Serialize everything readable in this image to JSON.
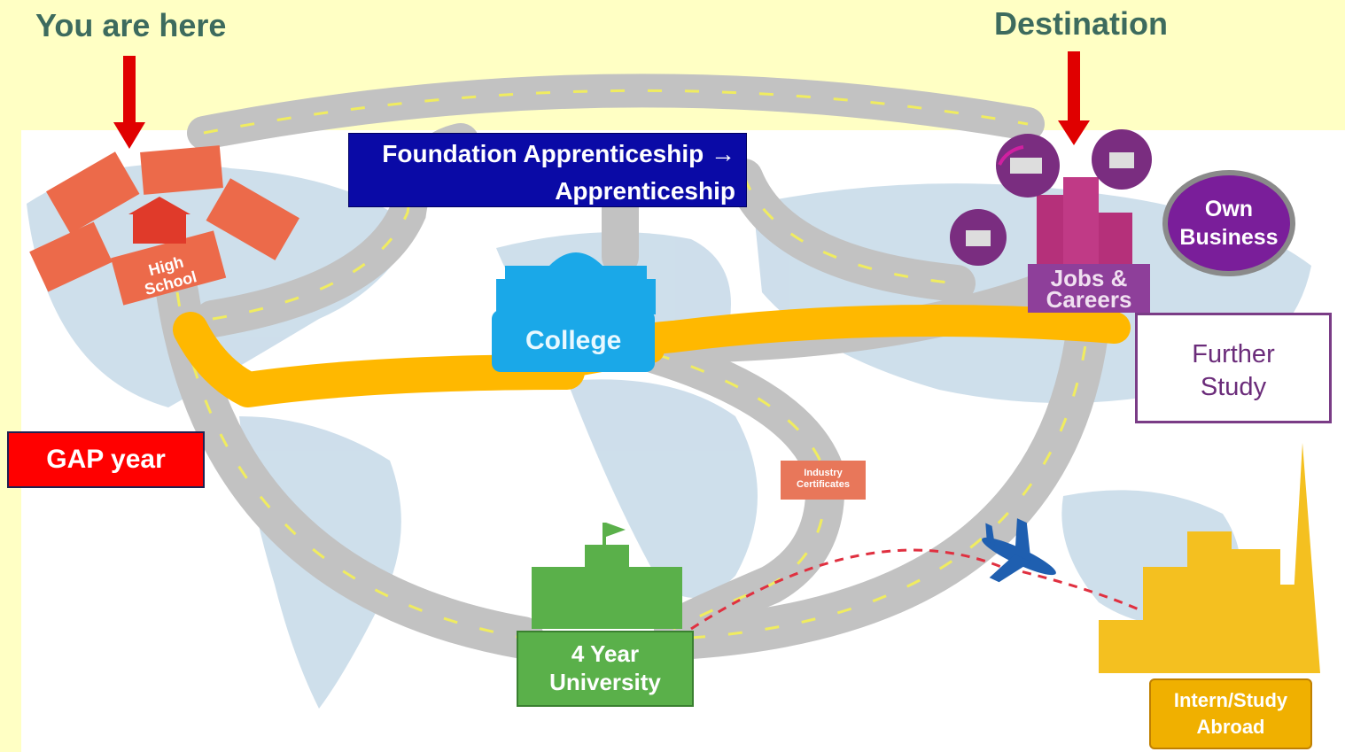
{
  "labels": {
    "you_are_here": "You are here",
    "destination": "Destination",
    "foundation_line1": "Foundation Apprenticeship →",
    "foundation_line2": "Apprenticeship",
    "gap_year": "GAP year",
    "own_business_line1": "Own",
    "own_business_line2": "Business",
    "jobs_line1": "Jobs &",
    "jobs_line2": "Careers",
    "further_line1": "Further",
    "further_line2": "Study",
    "college": "College",
    "university_line1": "4 Year",
    "university_line2": "University",
    "intern_line1": "Intern/Study",
    "intern_line2": "Abroad",
    "industry_line1": "Industry",
    "industry_line2": "Certificates",
    "high_school_line1": "High",
    "high_school_line2": "School"
  },
  "colors": {
    "background": "#ffffc4",
    "title_text": "#3d6b5e",
    "arrow_red": "#e00000",
    "road_gray": "#c8c8c8",
    "highlight_orange": "#ffb800",
    "foundation_box": "#0a0aa6",
    "gap_box": "#ff0000",
    "own_business": "#7a1e9a",
    "jobs": "#8e3f9a",
    "college": "#1aa8e8",
    "university": "#5ab04a",
    "intern": "#f0b000",
    "high_school": "#ec6a4a"
  }
}
